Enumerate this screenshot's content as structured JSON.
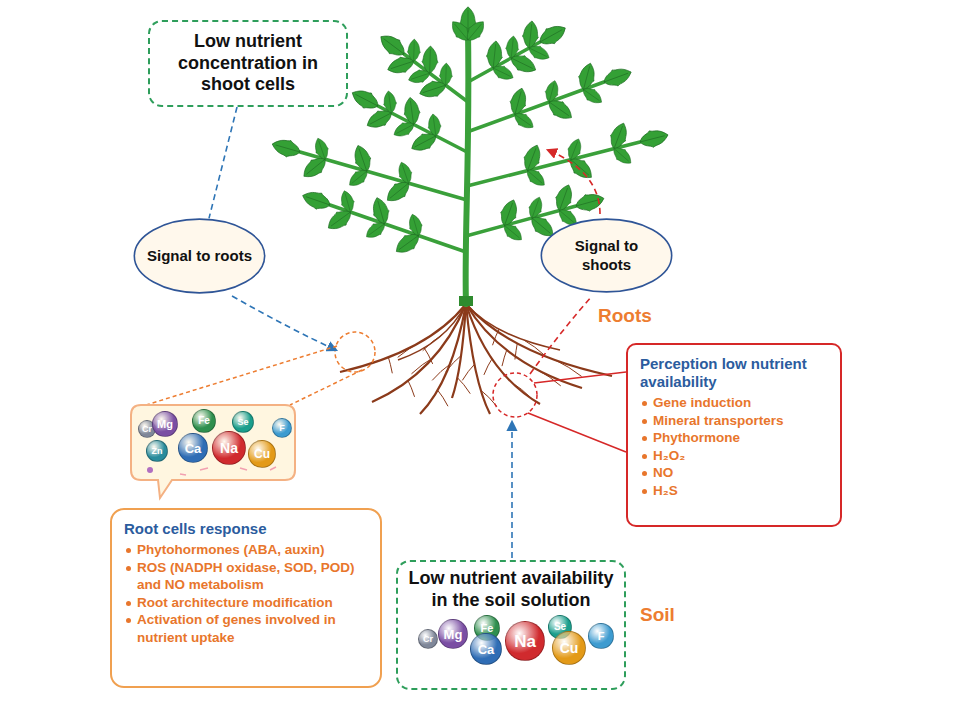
{
  "diagram": {
    "nodes": [
      {
        "text": [
          "Low nutrient concentration in shoot cells"
        ]
      },
      {
        "text": [
          "Signal to roots"
        ]
      },
      {
        "text": [
          "Signal to shoots"
        ]
      },
      {
        "text": [
          "Perception low nutrient availability",
          "Gene induction",
          "Mineral transporters",
          "Phythormone",
          "H₂O₂",
          "NO",
          "H₂S"
        ]
      },
      {
        "text": [
          "Root cells response",
          "Phytohormones (ABA, auxin)",
          "ROS (NADPH oxidase, SOD, POD) and NO metabolism",
          "Root architecture modification",
          "Activation of genes involved in nutrient uptake"
        ]
      },
      {
        "text": [
          "Low nutrient availability in the soil solution"
        ]
      }
    ],
    "edges": [
      {
        "from": 0,
        "to": 1,
        "arrow": "none"
      }
    ],
    "labels": [
      "Roots",
      "Cr",
      "Mg",
      "Fe",
      "Se",
      "Zn",
      "Ca",
      "Na",
      "Cu",
      "F",
      "Cr",
      "Mg",
      "Fe",
      "Ca",
      "Na",
      "Se",
      "Cu",
      "F",
      "Soil"
    ]
  }
}
